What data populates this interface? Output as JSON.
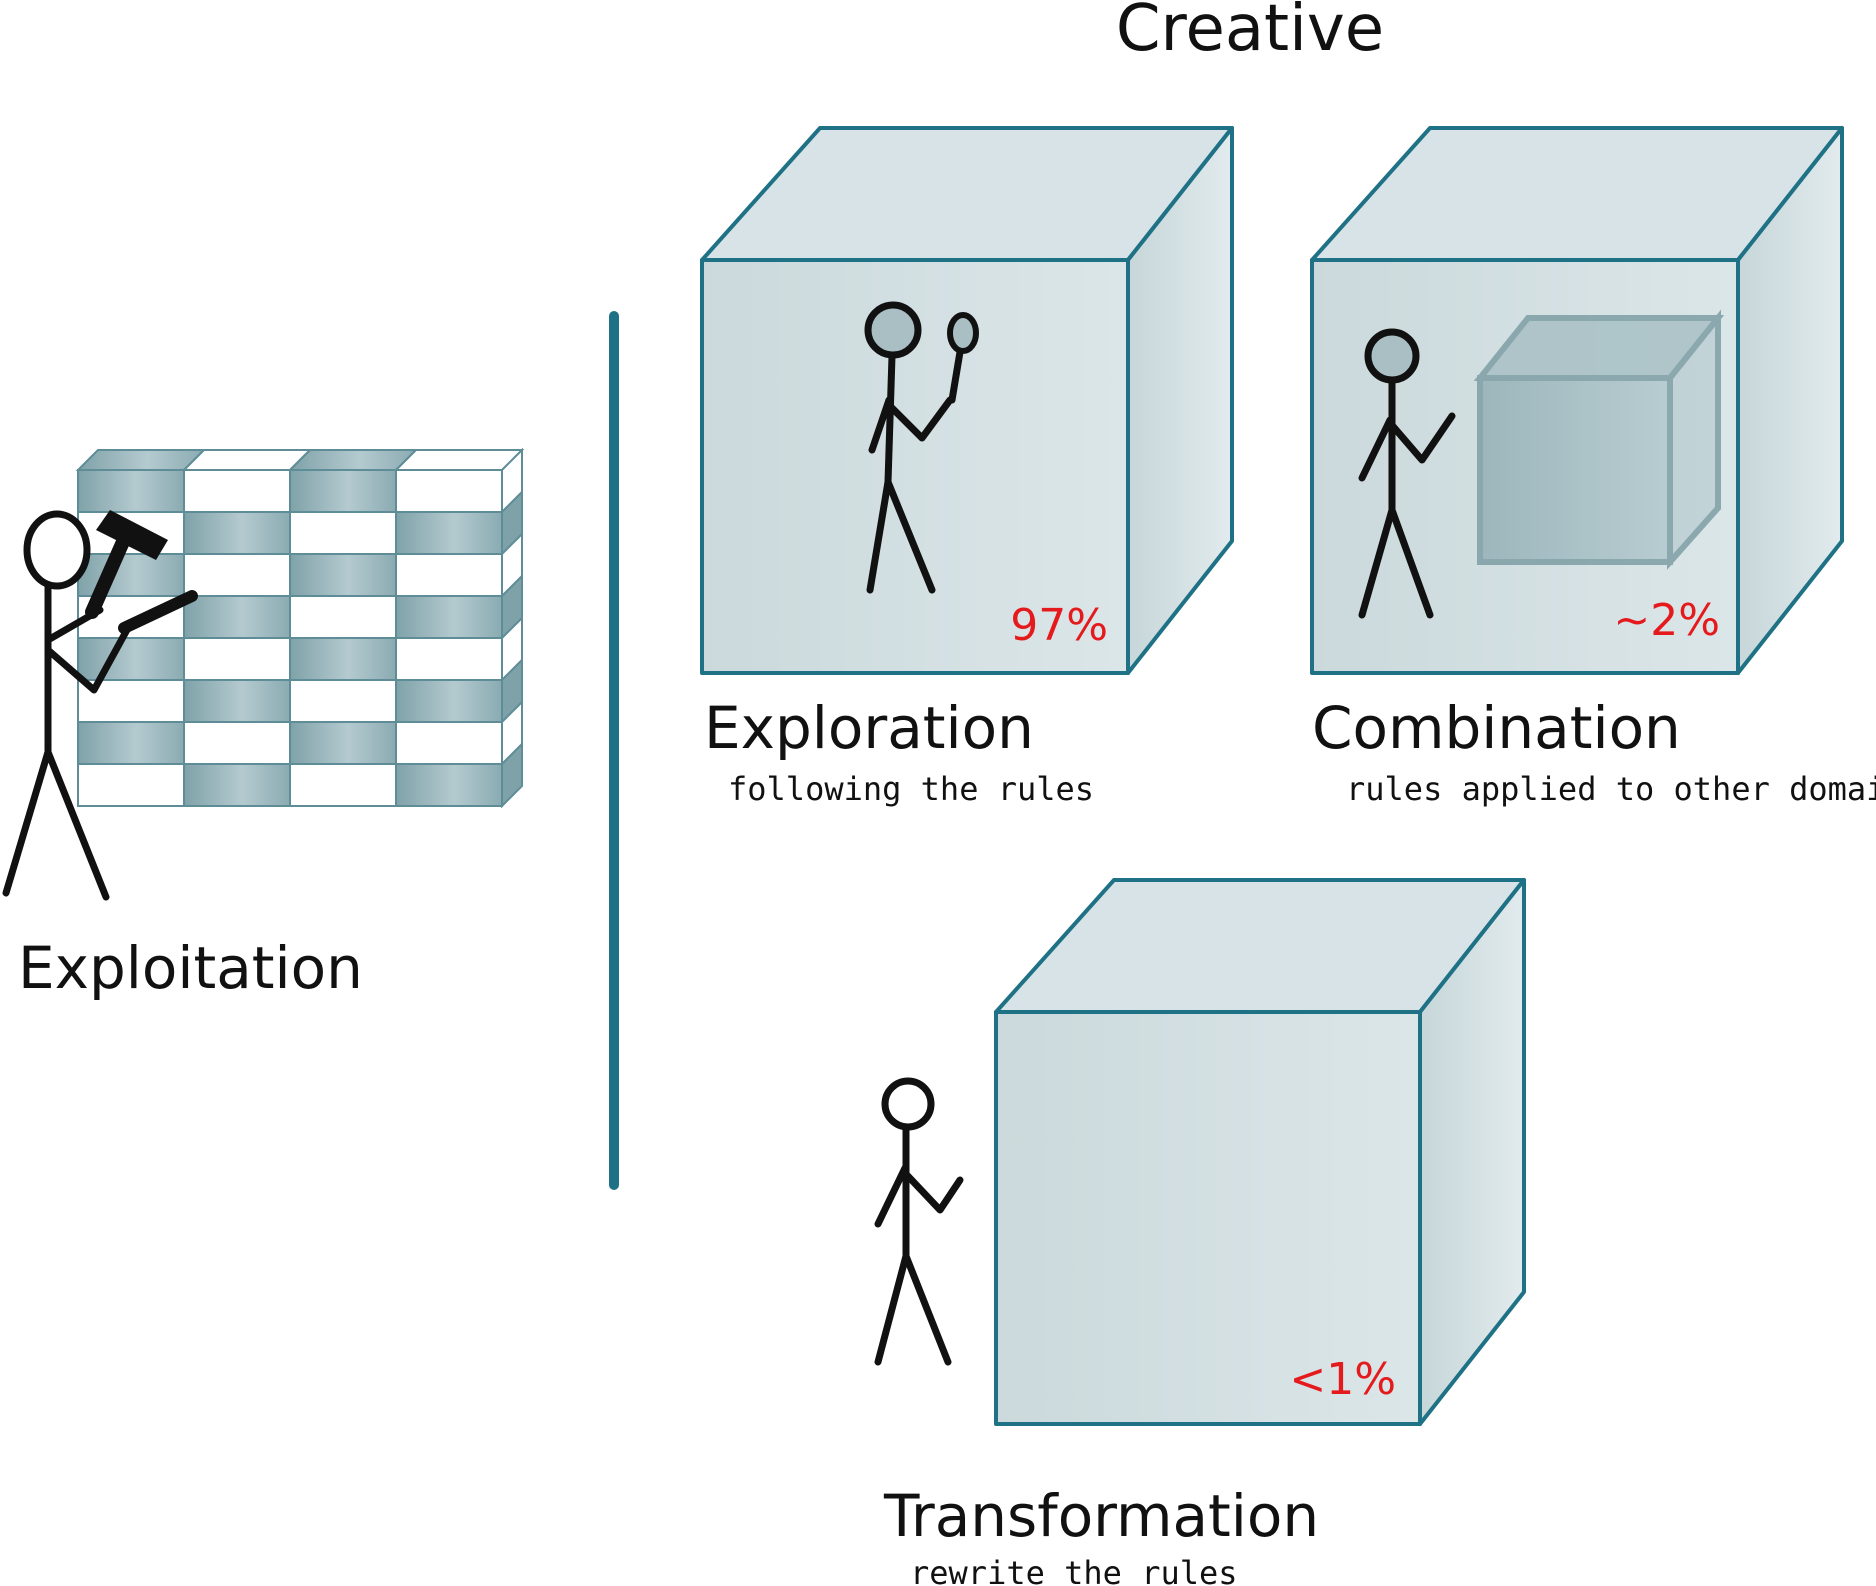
{
  "title": "Creative",
  "sections": {
    "exploitation": {
      "label": "Exploitation"
    },
    "exploration": {
      "label": "Exploration",
      "sublabel": "following the rules",
      "percent": "97%"
    },
    "combination": {
      "label": "Combination",
      "sublabel": "rules applied to other domain",
      "percent": "~2%"
    },
    "transformation": {
      "label": "Transformation",
      "sublabel": "rewrite the rules",
      "percent": "<1%"
    }
  },
  "colors": {
    "accent": "#1f7285",
    "cube_face": "#cfdde0",
    "cube_side": "#d7e3e6",
    "brick_dark": "#8fb0b6",
    "percent_text": "#e41a1c"
  }
}
